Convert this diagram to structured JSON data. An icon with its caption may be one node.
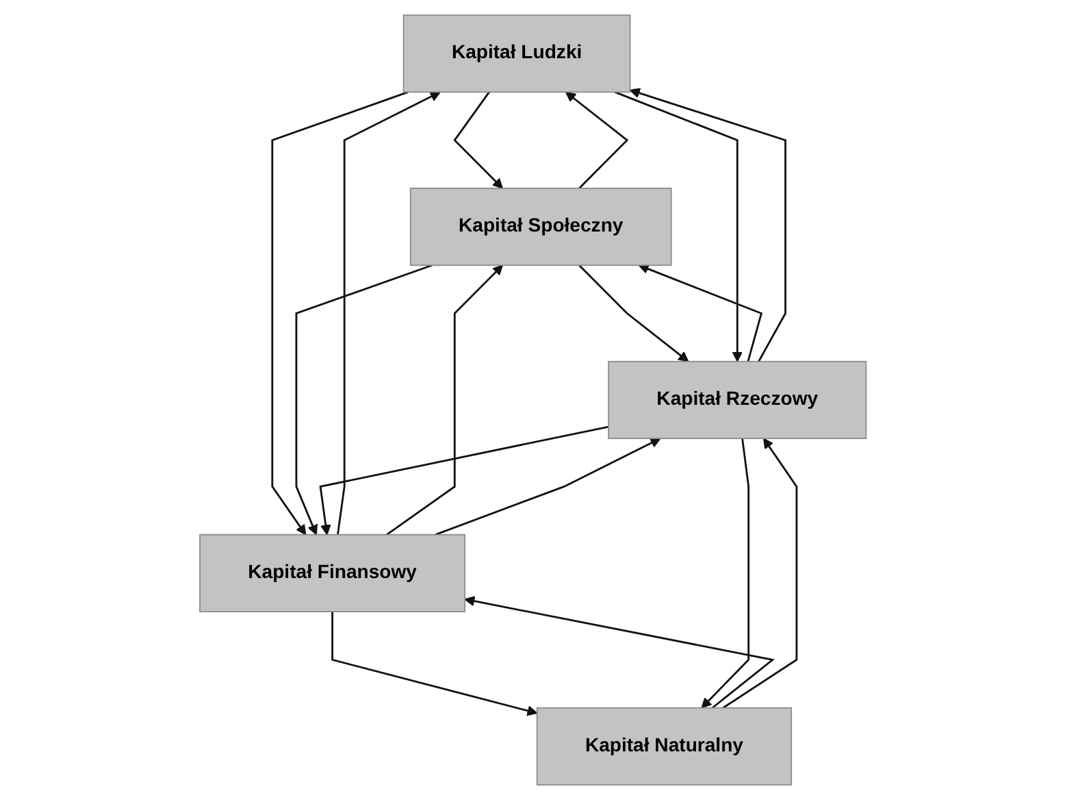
{
  "diagram": {
    "nodes": [
      {
        "text": [
          "Kapitał Ludzki"
        ]
      },
      {
        "text": [
          "Kapitał Społeczny"
        ]
      },
      {
        "text": [
          "Kapitał Finansowy"
        ]
      },
      {
        "text": [
          "Kapitał Rzeczowy"
        ]
      },
      {
        "text": [
          "Kapitał Naturalny"
        ]
      }
    ],
    "edges": [
      {
        "from": 0,
        "to": 1,
        "arrow": "to"
      },
      {
        "from": 1,
        "to": 0,
        "arrow": "to"
      },
      {
        "from": 0,
        "to": 2,
        "arrow": "to"
      },
      {
        "from": 2,
        "to": 0,
        "arrow": "to"
      },
      {
        "from": 1,
        "to": 3,
        "arrow": "to"
      },
      {
        "from": 3,
        "to": 1,
        "arrow": "to"
      },
      {
        "from": 0,
        "to": 3,
        "arrow": "to"
      },
      {
        "from": 3,
        "to": 0,
        "arrow": "to"
      },
      {
        "from": 1,
        "to": 2,
        "arrow": "to"
      },
      {
        "from": 2,
        "to": 1,
        "arrow": "to"
      },
      {
        "from": 2,
        "to": 3,
        "arrow": "to"
      },
      {
        "from": 3,
        "to": 2,
        "arrow": "to"
      },
      {
        "from": 2,
        "to": 4,
        "arrow": "to"
      },
      {
        "from": 4,
        "to": 2,
        "arrow": "to"
      },
      {
        "from": 4,
        "to": 3,
        "arrow": "to"
      },
      {
        "from": 3,
        "to": 4,
        "arrow": "to"
      }
    ]
  }
}
